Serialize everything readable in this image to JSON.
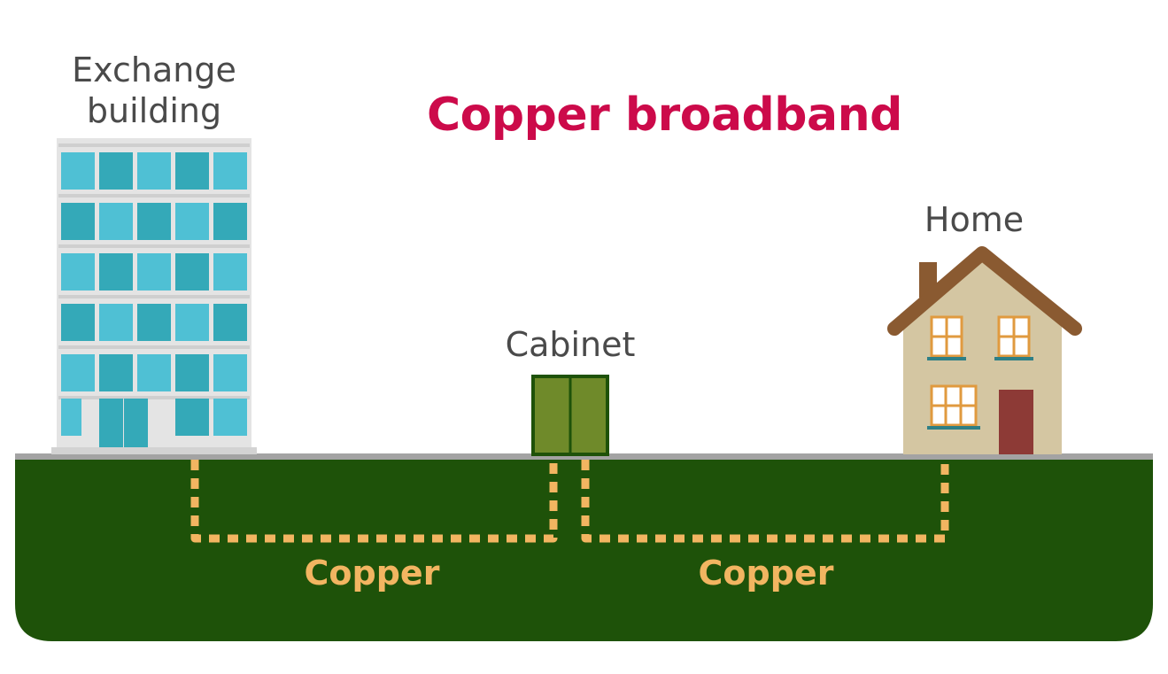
{
  "title": "Copper broadband",
  "labels": {
    "exchange_line1": "Exchange",
    "exchange_line2": "building",
    "cabinet": "Cabinet",
    "home": "Home",
    "link_exchange_cabinet": "Copper",
    "link_cabinet_home": "Copper"
  },
  "colors": {
    "title": "#cc0a4a",
    "text": "#4a4a4a",
    "ground": "#1e5209",
    "ground_line": "#a3a3a3",
    "copper": "#f2b561",
    "building": "#e4e4e4",
    "window_light": "#4fc0d4",
    "window_dark": "#34a9b8",
    "cabinet_fill": "#6f8a2a",
    "cabinet_border": "#1e5209",
    "house_wall": "#d4c6a2",
    "house_roof": "#8a5a31",
    "house_door": "#8d3a36",
    "house_window": "#ffffff",
    "house_window_frame": "#e09a3f",
    "sill": "#2e7f86"
  },
  "icons": [
    "exchange-building-icon",
    "street-cabinet-icon",
    "house-icon"
  ]
}
